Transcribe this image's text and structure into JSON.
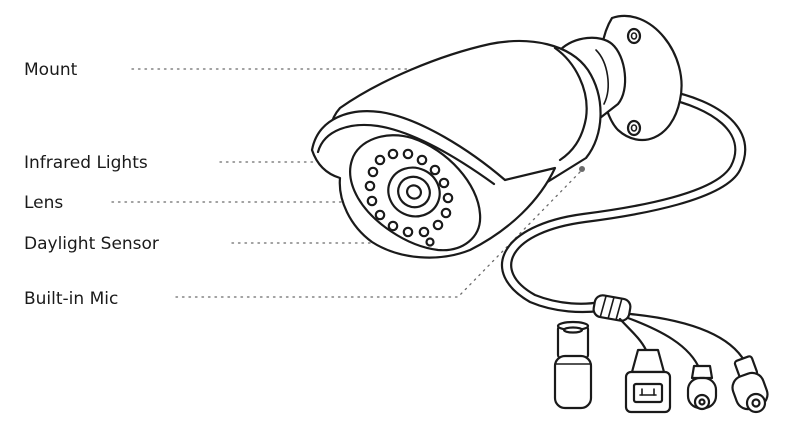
{
  "labels": {
    "mount": "Mount",
    "infrared_lights": "Infrared Lights",
    "lens": "Lens",
    "daylight_sensor": "Daylight Sensor",
    "built_in_mic": "Built-in Mic"
  },
  "colors": {
    "ink": "#1a1a1a",
    "leader": "#6b6b6b",
    "background": "#ffffff"
  }
}
